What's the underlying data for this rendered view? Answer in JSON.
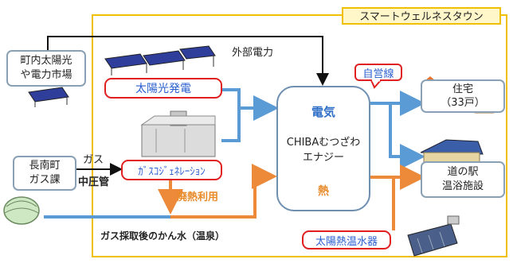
{
  "zone_label": "スマートウェルネスタウン",
  "town_solar": {
    "line1": "町内太陽光",
    "line2": "や電力市場"
  },
  "external_power": "外部電力",
  "solar_power": "太陽光発電",
  "gas_dept": {
    "line1": "長南町",
    "line2": "ガス課"
  },
  "gas_label": "ガス",
  "pressure_label": "中圧管",
  "cogeneration": "ｶﾞｽｺｼﾞｪﾈﾚｰｼｮﾝ",
  "waste_heat": "廃熱利用",
  "hot_water_source": "ガス採取後のかん水（温泉）",
  "center": {
    "electricity": "電気",
    "company_line1": "CHIBAむつざわ",
    "company_line2": "エナジー",
    "heat": "熱"
  },
  "private_line": "自営線",
  "housing": {
    "line1": "住宅",
    "line2": "（33戸）"
  },
  "roadside": {
    "line1": "道の駅",
    "line2": "温浴施設"
  },
  "solar_water_heater": "太陽熱温水器",
  "colors": {
    "electric_flow": "#5a9bd5",
    "heat_flow": "#ed8a3a",
    "zone_border": "#f0c000",
    "highlight_border": "#e02020"
  }
}
